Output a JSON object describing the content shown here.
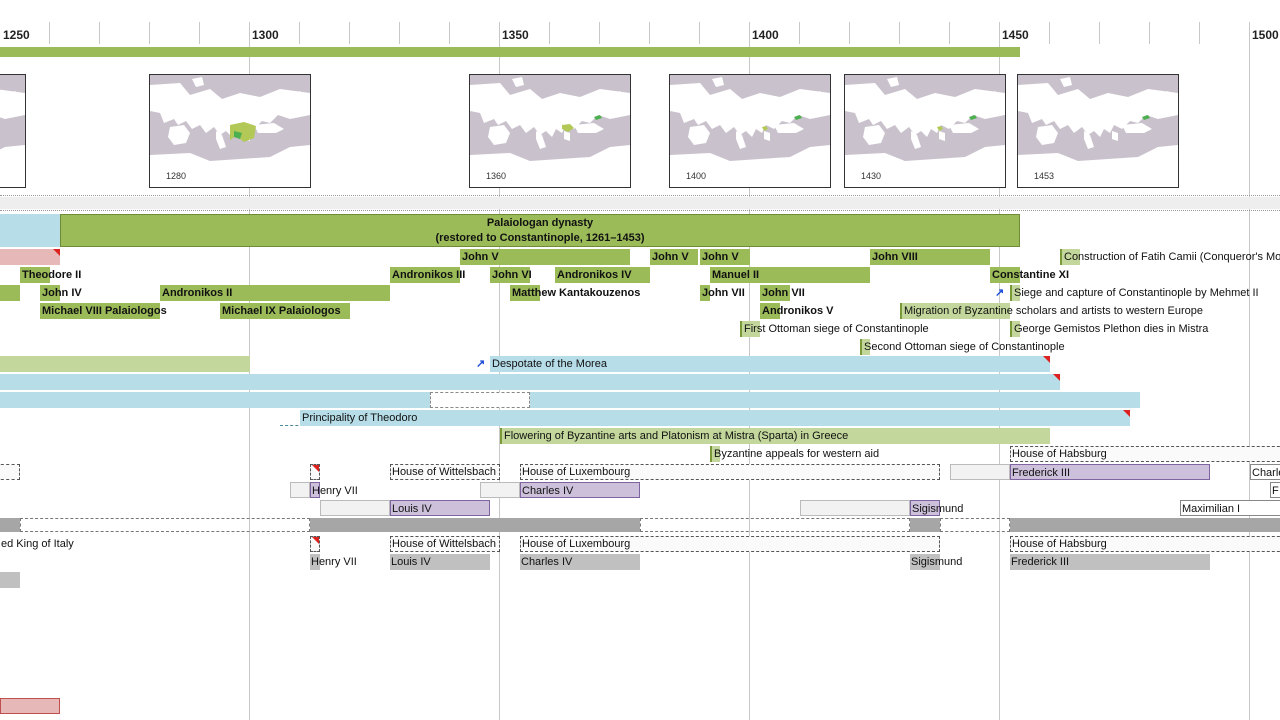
{
  "axis": {
    "ticks": [
      "1250",
      "1300",
      "1350",
      "1400",
      "1450",
      "1500"
    ],
    "range": [
      1250,
      1505
    ]
  },
  "maps": [
    {
      "year_label": ""
    },
    {
      "year_label": "1280"
    },
    {
      "year_label": "1360"
    },
    {
      "year_label": "1400"
    },
    {
      "year_label": "1430"
    },
    {
      "year_label": "1453"
    }
  ],
  "dynasty": {
    "line1": "Palaiologan dynasty",
    "line2": "(restored to Constantinople, 1261–1453)"
  },
  "rulers": [
    {
      "label": "John V"
    },
    {
      "label": "John V"
    },
    {
      "label": "John V"
    },
    {
      "label": "John VIII"
    },
    {
      "label": "Theodore II"
    },
    {
      "label": "Andronikos III"
    },
    {
      "label": "John VI"
    },
    {
      "label": "Andronikos IV"
    },
    {
      "label": "Manuel II"
    },
    {
      "label": "Constantine XI"
    },
    {
      "label": "John IV"
    },
    {
      "label": "Andronikos II"
    },
    {
      "label": "Matthew Kantakouzenos"
    },
    {
      "label": "John VII"
    },
    {
      "label": "John VII"
    },
    {
      "label": "Michael VIII Palaiologos"
    },
    {
      "label": "Michael IX Palaiologos"
    },
    {
      "label": "Andronikos V"
    }
  ],
  "events": [
    {
      "label": "Construction of Fatih Camii (Conqueror's Mosque)"
    },
    {
      "label": "Siege and capture of Constantinople by Mehmet II"
    },
    {
      "label": "Migration of Byzantine scholars and artists to western Europe"
    },
    {
      "label": "First Ottoman siege of Constantinople"
    },
    {
      "label": "George Gemistos Plethon dies in Mistra"
    },
    {
      "label": "Second Ottoman siege of Constantinople"
    },
    {
      "label": "Despotate of the Morea"
    },
    {
      "label": "Principality of Theodoro"
    },
    {
      "label": "Flowering of Byzantine arts and Platonism at Mistra (Sparta) in Greece"
    },
    {
      "label": "Byzantine appeals for western aid"
    }
  ],
  "hre": {
    "houses": [
      "House of Habsburg",
      "House of Wittelsbach",
      "House of Luxembourg",
      "House of Wittelsbach",
      "House of Luxembourg",
      "House of Habsburg"
    ],
    "rulers": [
      "Frederick III",
      "Charles",
      "Henry VII",
      "Charles IV",
      "F",
      "Louis IV",
      "Sigismund",
      "Maximilian I",
      "Henry VII",
      "Louis IV",
      "Charles IV",
      "Sigismund",
      "Frederick III"
    ],
    "italy_label": "ed King of Italy"
  },
  "colors": {
    "green": "#9bbb59",
    "light_green": "#c3d69b",
    "light_blue": "#b7dde8",
    "pink": "#e6b9b8",
    "purple": "#ccc0da",
    "gray": "#a6a6a6",
    "light_gray": "#c0c0c0",
    "pale": "#f2f2f2",
    "map_land": "#ffffff",
    "map_sea": "#c9c2cc",
    "map_empire": "#b3c957"
  }
}
